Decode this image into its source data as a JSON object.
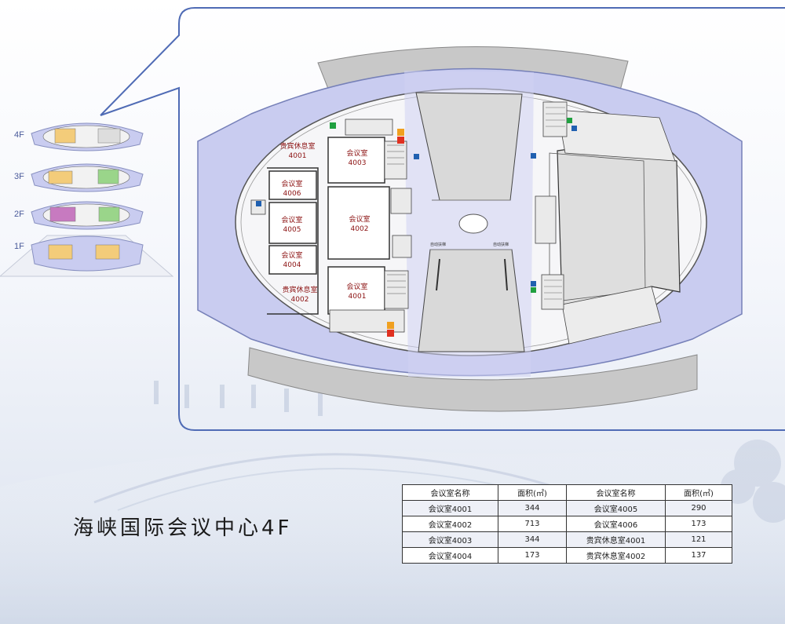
{
  "title": "海峡国际会议中心4F",
  "floors": [
    {
      "label": "4F",
      "active": true
    },
    {
      "label": "3F",
      "active": false
    },
    {
      "label": "2F",
      "active": false
    },
    {
      "label": "1F",
      "active": false
    }
  ],
  "rooms": [
    {
      "id": "room-4003",
      "name": "会议室",
      "number": "4003"
    },
    {
      "id": "room-4002",
      "name": "会议室",
      "number": "4002"
    },
    {
      "id": "room-4001",
      "name": "会议室",
      "number": "4001"
    },
    {
      "id": "room-4006",
      "name": "会议室",
      "number": "4006"
    },
    {
      "id": "room-4005",
      "name": "会议室",
      "number": "4005"
    },
    {
      "id": "room-4004",
      "name": "会议室",
      "number": "4004"
    },
    {
      "id": "vip-4001",
      "name": "贵宾休息室",
      "number": "4001"
    },
    {
      "id": "vip-4002",
      "name": "贵宾休息室",
      "number": "4002"
    }
  ],
  "map_labels": {
    "escalator_left": "自动扶梯",
    "escalator_right": "自动扶梯"
  },
  "table": {
    "headers": [
      "会议室名称",
      "面积(㎡)",
      "会议室名称",
      "面积(㎡)"
    ],
    "rows": [
      [
        "会议室4001",
        "344",
        "会议室4005",
        "290"
      ],
      [
        "会议室4002",
        "713",
        "会议室4006",
        "173"
      ],
      [
        "会议室4003",
        "344",
        "贵宾休息室4001",
        "121"
      ],
      [
        "会议室4004",
        "173",
        "贵宾休息室4002",
        "137"
      ]
    ]
  },
  "colors": {
    "floor_fill": "#c9ccf0",
    "room_fill": "#ffffff",
    "plaza_fill": "#f2f2f2",
    "roof_fill": "#c8c8c8",
    "label_text": "#8b1010",
    "callout_stroke": "#4f6bb5"
  }
}
